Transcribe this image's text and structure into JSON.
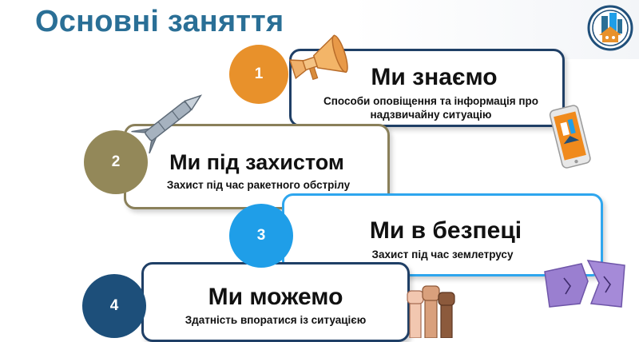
{
  "slide": {
    "title": "Основні заняття"
  },
  "steps": [
    {
      "number": "1",
      "heading": "Ми знаємо",
      "description": "Способи оповіщення та інформація про надзвичайну ситуацію",
      "circle_color": "#e8912b",
      "border_color": "#1f3f66",
      "icon": "loudspeaker-icon"
    },
    {
      "number": "2",
      "heading": "Ми під захистом",
      "description": "Захист під час ракетного обстрілу",
      "circle_color": "#938859",
      "border_color": "#8a805a",
      "icon": "missile-icon"
    },
    {
      "number": "3",
      "heading": "Ми в безпеці",
      "description": "Захист під час землетрусу",
      "circle_color": "#1f9ee8",
      "border_color": "#2ea6ee",
      "icon": "cracked-ground-icon"
    },
    {
      "number": "4",
      "heading": "Ми можемо",
      "description": "Здатність впоратися із ситуацією",
      "circle_color": "#1d4f7a",
      "border_color": "#1f3f66",
      "icon": "raised-fists-icon"
    }
  ],
  "colors": {
    "title": "#2a6f96"
  }
}
